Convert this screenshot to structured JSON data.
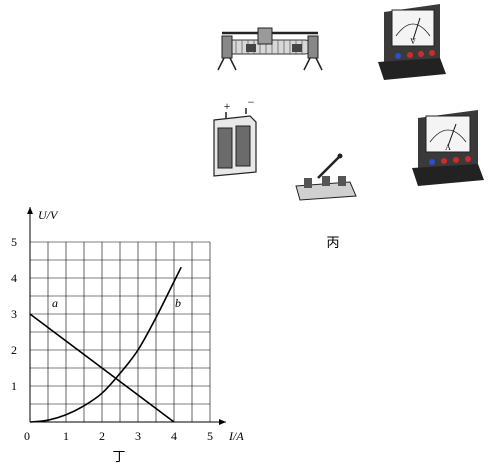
{
  "figure_bing": {
    "label": "丙"
  },
  "figure_ding": {
    "label": "丁"
  },
  "battery": {
    "plus": "+",
    "minus": "−"
  },
  "chart_data": {
    "type": "line",
    "xlabel": "I/A",
    "ylabel": "U/V",
    "origin_label": "0",
    "xlim": [
      0,
      5
    ],
    "ylim": [
      0,
      5
    ],
    "x_ticks": [
      "1",
      "2",
      "3",
      "4",
      "5"
    ],
    "y_ticks": [
      "1",
      "2",
      "3",
      "4",
      "5"
    ],
    "grid": true,
    "grid_step": 0.5,
    "series": [
      {
        "name": "a",
        "x": [
          0,
          4
        ],
        "y": [
          3,
          0
        ]
      },
      {
        "name": "b",
        "x": [
          0,
          0.5,
          1,
          1.5,
          2,
          2.5,
          3,
          3.5,
          4,
          4.2
        ],
        "y": [
          0,
          0.05,
          0.2,
          0.45,
          0.8,
          1.35,
          2.0,
          2.9,
          3.9,
          4.3
        ]
      }
    ]
  }
}
